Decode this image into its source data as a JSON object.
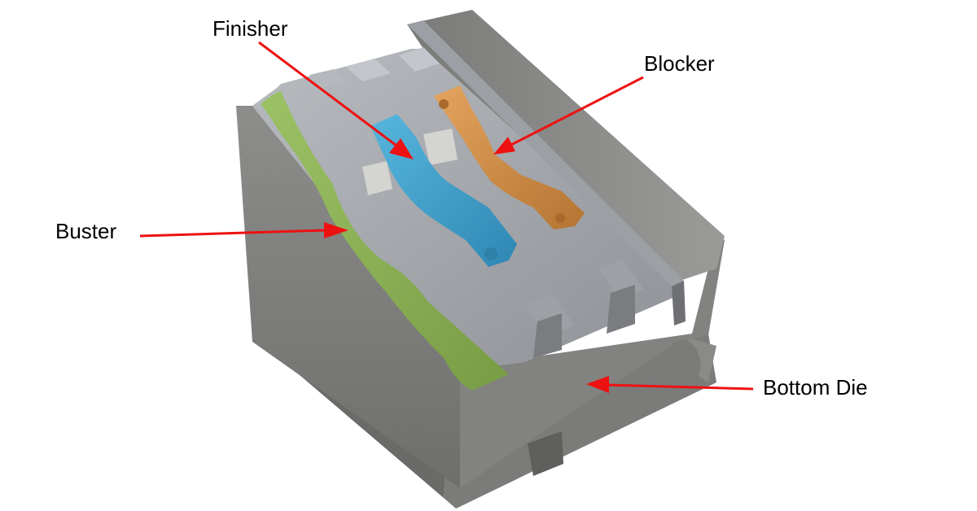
{
  "labels": {
    "finisher": "Finisher",
    "blocker": "Blocker",
    "buster": "Buster",
    "bottom_die": "Bottom Die"
  },
  "colors": {
    "arrow": "#ee1111",
    "buster": "#8fb55a",
    "finisher": "#3a9cc6",
    "blocker": "#c98a45",
    "steel_light": "#a7aaaf",
    "steel_dark": "#6b6c6e",
    "block_gray": "#8a8a88"
  }
}
